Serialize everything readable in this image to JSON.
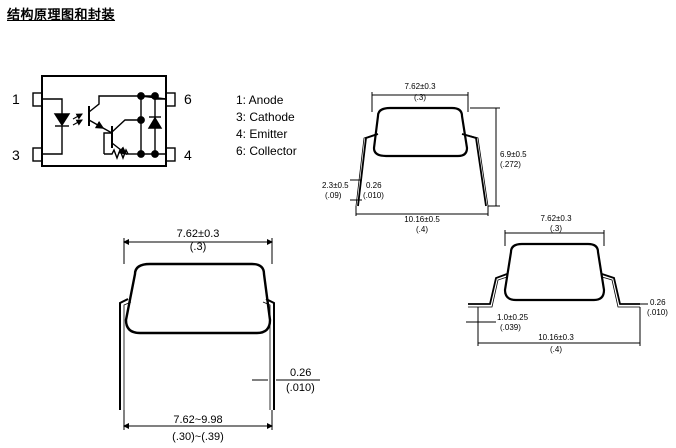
{
  "title": "结构原理图和封装",
  "schematic": {
    "pin_numbers": [
      "1",
      "3",
      "6",
      "4"
    ],
    "pin_legend": [
      "1: Anode",
      "3: Cathode",
      "4: Emitter",
      "6: Collector"
    ]
  },
  "side_view_top": {
    "width": "7.62±0.3",
    "width_in": "(.3)",
    "height": "6.9±0.5",
    "height_in": "(.272)",
    "lead_width": "2.3±0.5",
    "lead_width_in": "(.09)",
    "lead_thick": "0.26",
    "lead_thick_in": "(.010)",
    "span": "10.16±0.5",
    "span_in": "(.4)"
  },
  "side_view_smd": {
    "width": "7.62±0.3",
    "width_in": "(.3)",
    "lead_thick": "0.26",
    "lead_thick_in": "(.010)",
    "foot": "1.0±0.25",
    "foot_in": "(.039)",
    "span": "10.16±0.3",
    "span_in": "(.4)"
  },
  "side_view_large": {
    "width": "7.62±0.3",
    "width_in": "(.3)",
    "lead_thick": "0.26",
    "lead_thick_in": "(.010)",
    "span": "7.62~9.98",
    "span_in": "(.30)~(.39)"
  }
}
